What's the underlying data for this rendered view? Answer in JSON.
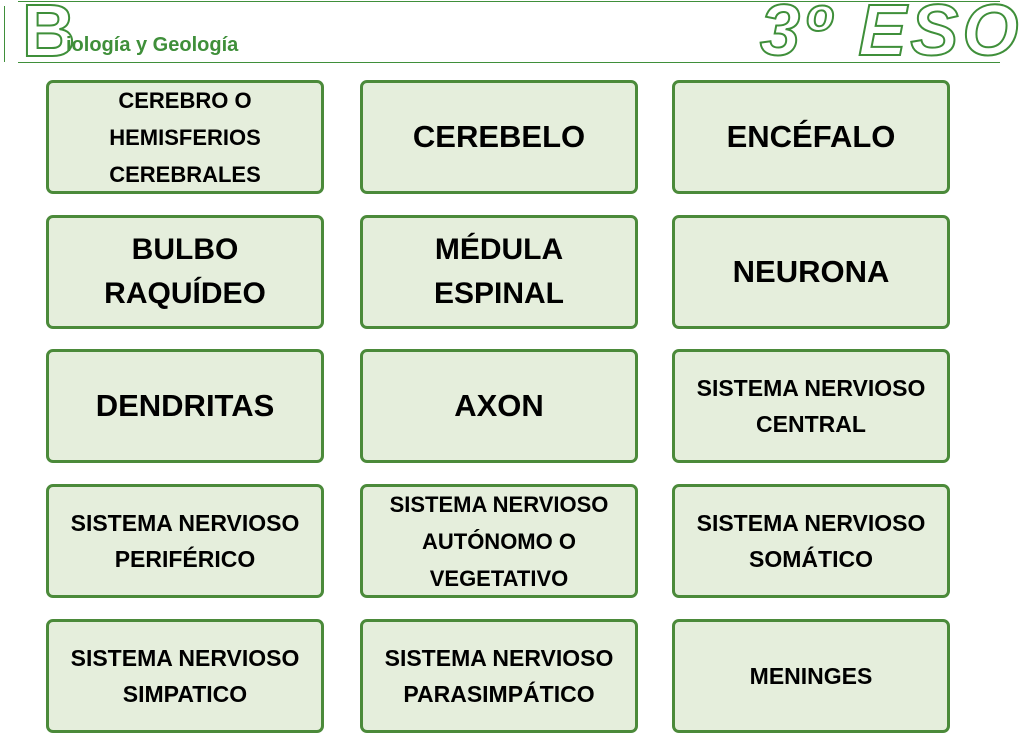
{
  "header": {
    "subject_initial": "B",
    "subject_rest": "iología y Geología",
    "grade": "3º ESO"
  },
  "cards": [
    {
      "label": "CEREBRO O\nHEMISFERIOS\nCEREBRALES"
    },
    {
      "label": "CEREBELO"
    },
    {
      "label": "ENCÉFALO"
    },
    {
      "label": "BULBO\nRAQUÍDEO"
    },
    {
      "label": "MÉDULA\nESPINAL"
    },
    {
      "label": "NEURONA"
    },
    {
      "label": "DENDRITAS"
    },
    {
      "label": "AXON"
    },
    {
      "label": "SISTEMA NERVIOSO\nCENTRAL"
    },
    {
      "label": "SISTEMA NERVIOSO\nPERIFÉRICO"
    },
    {
      "label": "SISTEMA NERVIOSO\nAUTÓNOMO O\nVEGETATIVO"
    },
    {
      "label": "SISTEMA NERVIOSO\nSOMÁTICO"
    },
    {
      "label": "SISTEMA NERVIOSO\nSIMPATICO"
    },
    {
      "label": "SISTEMA NERVIOSO\nPARASIMPÁTICO"
    },
    {
      "label": "MENINGES"
    }
  ],
  "colors": {
    "accent": "#3f8f3a",
    "card_fill": "#e5eedc",
    "card_border": "#4b8a3a"
  }
}
